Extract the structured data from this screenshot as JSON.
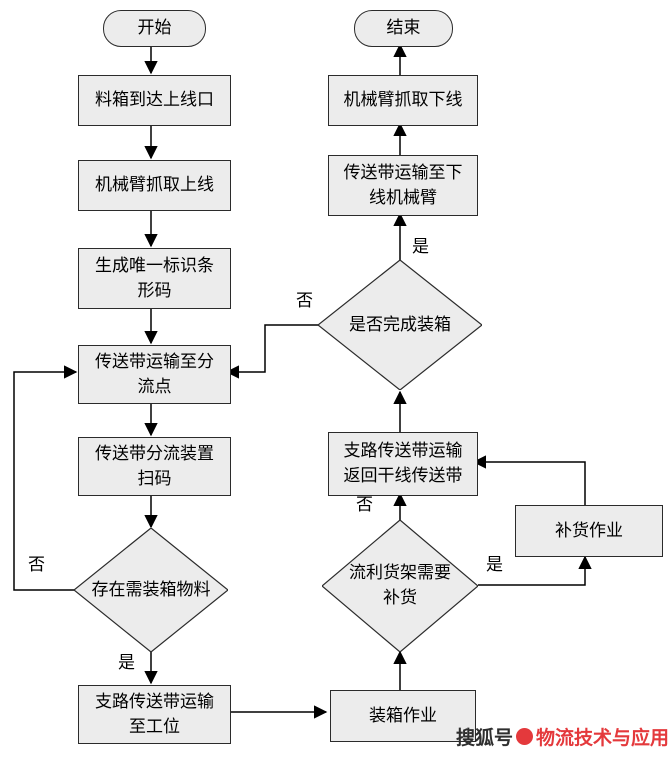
{
  "flowchart": {
    "terminals": {
      "start": "开始",
      "end": "结束"
    },
    "nodes": {
      "box_arrive": "料箱到达上线口",
      "arm_pick_on": "机械臂抓取上线",
      "gen_barcode": "生成唯一标识条\n形码",
      "convey_divert": "传送带运输至分\n流点",
      "divert_scan": "传送带分流装置\n扫码",
      "need_material": "存在需装箱物料",
      "branch_station": "支路传送带运输\n至工位",
      "boxing_job": "装箱作业",
      "rack_replenish": "流利货架需要\n补货",
      "replenish_job": "补货作业",
      "branch_return": "支路传送带运输\n返回干线传送带",
      "boxing_done": "是否完成装箱",
      "convey_offline": "传送带运输至下\n线机械臂",
      "arm_pick_off": "机械臂抓取下线"
    },
    "edge_labels": {
      "yes": "是",
      "no": "否"
    },
    "watermark": {
      "prefix": "搜狐号",
      "suffix": "物流技术与应用"
    },
    "colors": {
      "node_fill": "#ececec",
      "node_border": "#2b2b2b",
      "watermark_red": "#e4393c"
    }
  }
}
